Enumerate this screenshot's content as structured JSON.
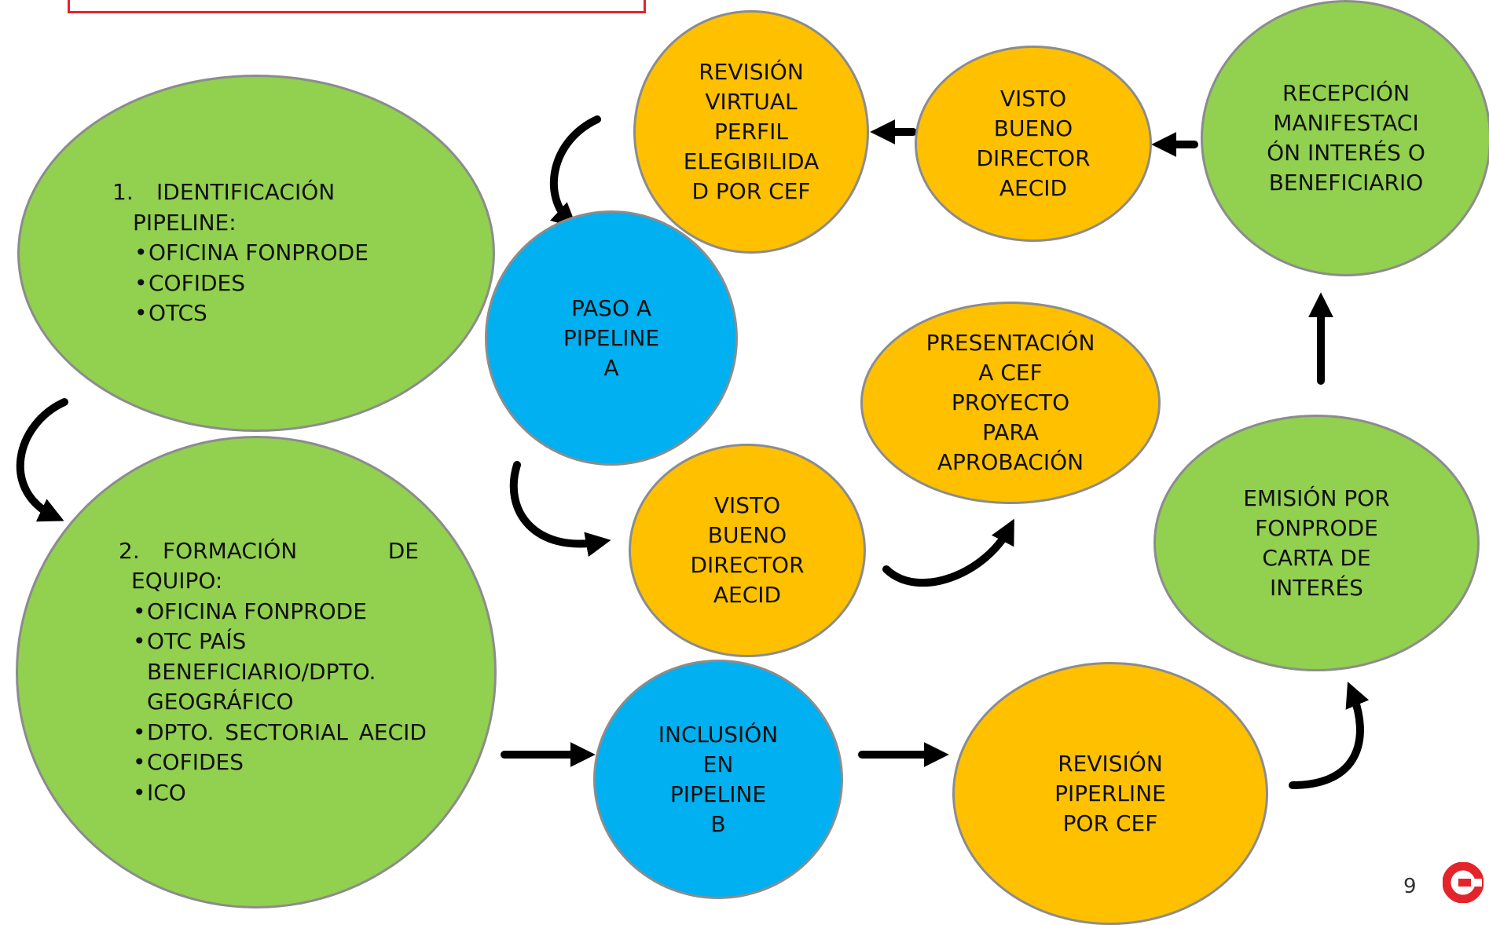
{
  "nodes": {
    "identificacion": {
      "number": "1.",
      "heading": "IDENTIFICACIÓN",
      "heading_cont": "PIPELINE:",
      "items": [
        "OFICINA FONPRODE",
        "COFIDES",
        "OTCS"
      ]
    },
    "formacion": {
      "number": "2.",
      "heading_part1": "FORMACIÓN",
      "heading_part2": "DE",
      "heading_cont": "EQUIPO:",
      "items": [
        "OFICINA FONPRODE",
        "OTC PAÍS BENEFICIARIO/DPTO. GEOGRÁFICO",
        "DPTO. SECTORIAL AECID",
        "COFIDES",
        "ICO"
      ]
    },
    "paso_pipeline_a": [
      "PASO A",
      "PIPELINE",
      "A"
    ],
    "revision_virtual": [
      "REVISIÓN",
      "VIRTUAL",
      "PERFIL",
      "ELEGIBILIDA",
      "D POR CEF"
    ],
    "visto_bueno_top": [
      "VISTO",
      "BUENO",
      "DIRECTOR",
      "AECID"
    ],
    "recepcion": [
      "RECEPCIÓN",
      "MANIFESTACI",
      "ÓN INTERÉS O",
      "BENEFICIARIO"
    ],
    "presentacion": [
      "PRESENTACIÓN",
      "A CEF",
      "PROYECTO",
      "PARA",
      "APROBACIÓN"
    ],
    "visto_bueno_mid": [
      "VISTO",
      "BUENO",
      "DIRECTOR",
      "AECID"
    ],
    "emision": [
      "EMISIÓN POR",
      "FONPRODE",
      "CARTA DE",
      "INTERÉS"
    ],
    "inclusion_pipeline_b": [
      "INCLUSIÓN",
      "EN",
      "PIPELINE",
      "B"
    ],
    "revision_pipeline": [
      "REVISIÓN",
      "PIPERLINE",
      "POR CEF"
    ]
  },
  "page_number": "9",
  "colors": {
    "green": "#92d050",
    "orange": "#ffc000",
    "blue": "#00b0f0",
    "outline": "#8c8c8c",
    "brand_red": "#e3242b",
    "arrow": "#000000"
  }
}
